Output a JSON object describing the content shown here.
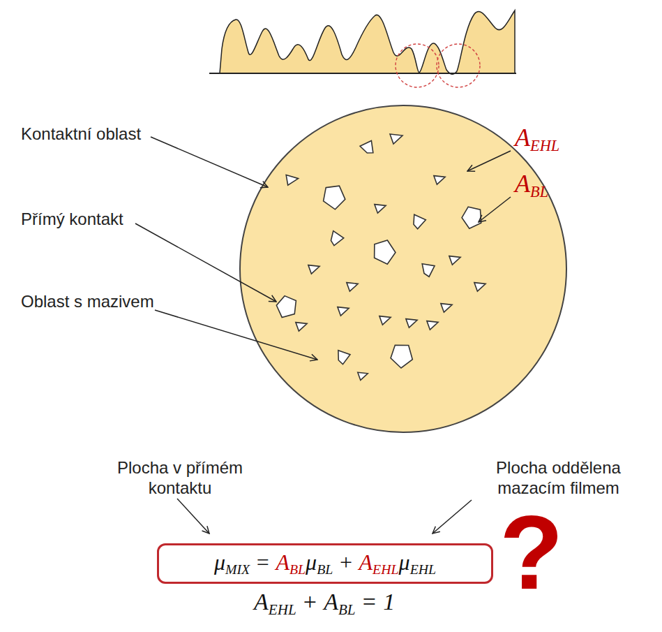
{
  "diagram": {
    "nodes": [
      {
        "text": [
          "μ",
          "MIX",
          "=",
          "A",
          "BL",
          "μ",
          "BL",
          "+",
          "A",
          "EHL",
          "μ",
          "EHL"
        ]
      }
    ],
    "labels": [
      "Kontaktní oblast",
      "Přímý kontakt",
      "Oblast s mazivem",
      "A",
      "EHL",
      "A",
      "BL",
      "Plocha v přímém kontaktu",
      "Plocha oddělena mazacím filmem",
      "?",
      "A",
      "EHL",
      "+",
      "A",
      "BL",
      "=",
      "1"
    ]
  }
}
